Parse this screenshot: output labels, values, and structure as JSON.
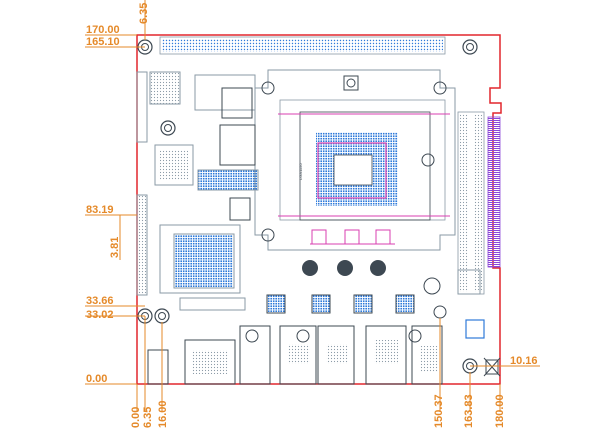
{
  "colors": {
    "outline": "#e2272d",
    "dimension": "#e58a2a",
    "line": "#8a9aa6",
    "dot": "#2f7ad9",
    "dark": "#3d4852",
    "accent_pink": "#d93fb1",
    "accent_purple": "#8b45d8"
  },
  "dimensions": {
    "left": [
      "170.00",
      "165.10",
      "83.19",
      "33.66",
      "33.02",
      "0.00"
    ],
    "left_vertical": [
      "3.81"
    ],
    "top": [
      "6.35"
    ],
    "bottom": [
      "0.00",
      "6.35",
      "16.00",
      "150.37",
      "163.83",
      "180.00"
    ],
    "right": [
      "10.16"
    ]
  },
  "labels": {
    "socket": "LGA1150"
  }
}
